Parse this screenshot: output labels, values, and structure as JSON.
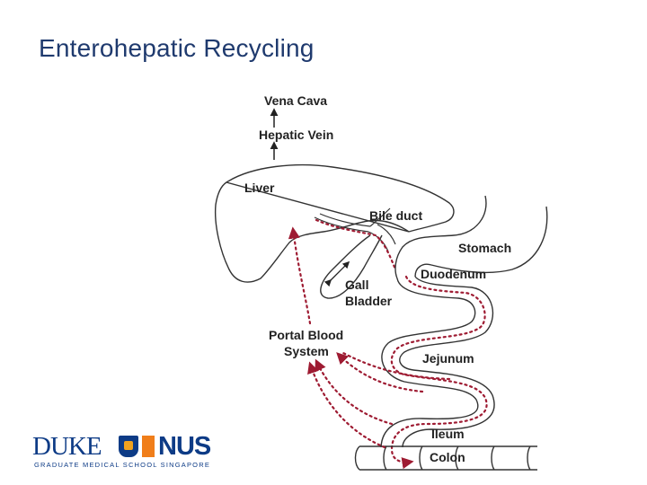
{
  "slide": {
    "title": "Enterohepatic Recycling"
  },
  "diagram": {
    "labels": {
      "vena_cava": "Vena Cava",
      "hepatic_vein": "Hepatic Vein",
      "liver": "Liver",
      "bile_duct": "Bile duct",
      "stomach": "Stomach",
      "duodenum": "Duodenum",
      "gall": "Gall",
      "bladder": "Bladder",
      "portal_line1": "Portal Blood",
      "portal_line2": "System",
      "jejunum": "Jejunum",
      "ileum": "Ileum",
      "colon": "Colon"
    },
    "colors": {
      "arrow": "#9e1b32",
      "outline": "#333333"
    }
  },
  "logo": {
    "name_left": "DUKE",
    "name_right": "NUS",
    "subtitle": "GRADUATE MEDICAL SCHOOL SINGAPORE"
  }
}
